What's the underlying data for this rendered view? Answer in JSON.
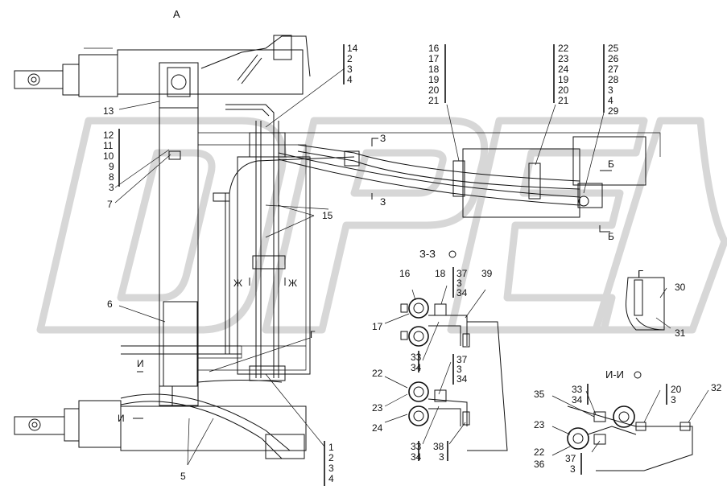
{
  "views": {
    "main": "А",
    "section_z": "З-З",
    "section_i": "И-И",
    "detail_g": "Г",
    "cut_b": "Б",
    "cut_z": "З",
    "cut_zh": "Ж",
    "cut_i": "И",
    "marker_g": "Г"
  },
  "callout_groups": {
    "g14": [
      "14",
      "2",
      "3",
      "4"
    ],
    "g12": [
      "12",
      "11",
      "10",
      "9",
      "8",
      "3"
    ],
    "g16": [
      "16",
      "17",
      "18",
      "19",
      "20",
      "21"
    ],
    "g22": [
      "22",
      "23",
      "24",
      "19",
      "20",
      "21"
    ],
    "g25": [
      "25",
      "26",
      "27",
      "28",
      "3",
      "4",
      "29"
    ],
    "g1": [
      "1",
      "2",
      "3",
      "4"
    ],
    "s37a": [
      "37",
      "3",
      "34"
    ],
    "s37b": [
      "37",
      "3",
      "34"
    ],
    "s33a": [
      "33",
      "34"
    ],
    "s33b": [
      "33",
      "34"
    ],
    "s38": [
      "38",
      "3"
    ],
    "s33c": [
      "33",
      "34"
    ],
    "s20": [
      "20",
      "3"
    ],
    "s37c": [
      "37",
      "3"
    ]
  },
  "labels": {
    "p13": "13",
    "p7": "7",
    "p6": "6",
    "p5": "5",
    "p15": "15",
    "p16": "16",
    "p18": "18",
    "p39": "39",
    "p17": "17",
    "p22": "22",
    "p23": "23",
    "p24": "24",
    "p30": "30",
    "p31": "31",
    "p35": "35",
    "p32": "32",
    "p23b": "23",
    "p22b": "22",
    "p36": "36"
  },
  "icons": {
    "watermark": "opex-logo-watermark"
  }
}
